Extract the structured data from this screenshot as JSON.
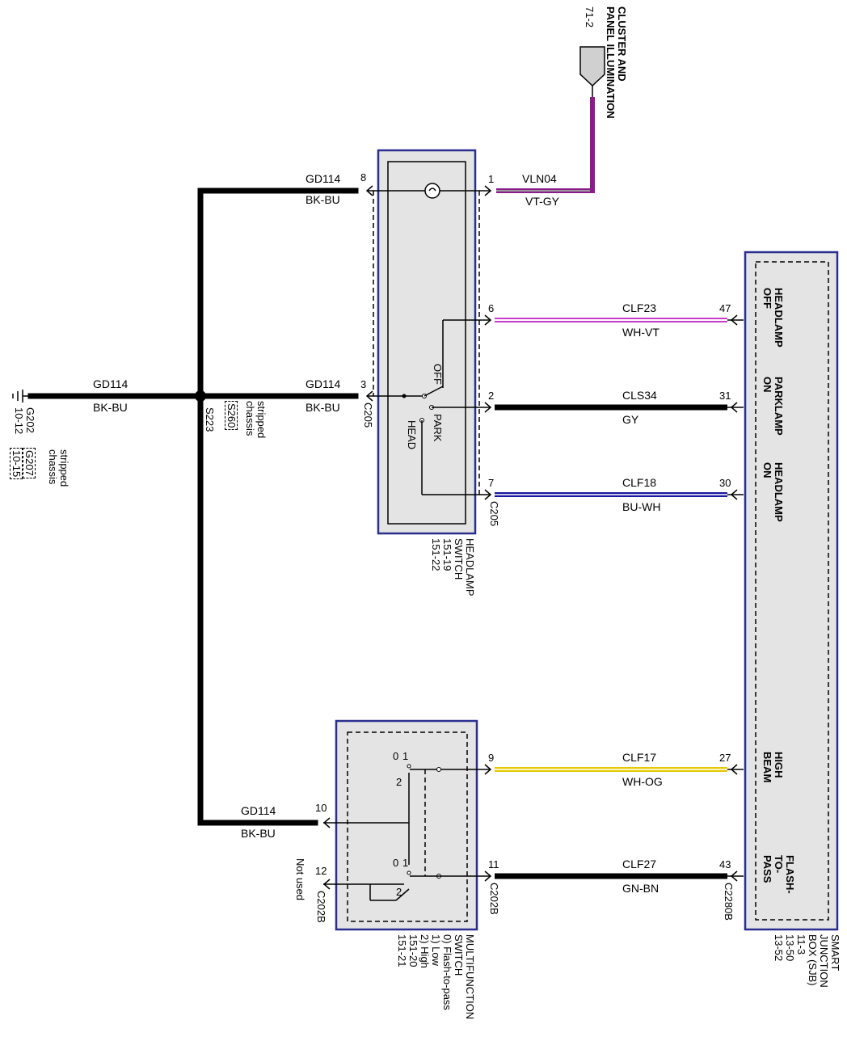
{
  "ground": {
    "id": "G202",
    "ref": "10-12",
    "alt_id": "G207",
    "alt_ref": "10-15",
    "alt_note": "stripped\nchassis",
    "wire": "GD114",
    "color": "BK-BU"
  },
  "splice": {
    "id": "S223",
    "alt_id": "S260",
    "alt_note": "stripped\nchassis"
  },
  "illumination": {
    "ref": "71-2",
    "label": "CLUSTER AND\nPANEL ILLUMINATION",
    "wire": "VLN04",
    "color": "VT-GY",
    "pin": "1"
  },
  "headlamp_switch": {
    "title": "HEADLAMP\nSWITCH\n151-19\n151-22",
    "connector": "C205",
    "pins": {
      "ground_in": "8",
      "ground_main": "3",
      "off": "6",
      "park": "2",
      "head": "7"
    },
    "positions": {
      "off": "OFF",
      "park": "PARK",
      "head": "HEAD"
    },
    "wire_in": "GD114",
    "color_in": "BK-BU"
  },
  "multifunction_switch": {
    "title": "MULTIFUNCTION\nSWITCH\n0) Flash-to-pass\n1) Low\n2) High\n151-20\n151-21",
    "connector": "C202B",
    "pins": {
      "ground": "10",
      "unused": "12",
      "high": "9",
      "flash": "11"
    },
    "not_used": "Not used",
    "wire": "GD114",
    "color": "BK-BU",
    "pos_0": "0",
    "pos_1": "1",
    "pos_2": "2"
  },
  "sjb": {
    "title": "SMART\nJUNCTION\nBOX (SJB)\n11-3\n13-50\n13-52",
    "connector": "C2280B",
    "inputs": [
      {
        "pin": "47",
        "label": "HEADLAMP\nOFF"
      },
      {
        "pin": "31",
        "label": "PARKLAMP\nON"
      },
      {
        "pin": "30",
        "label": "HEADLAMP\nON"
      },
      {
        "pin": "27",
        "label": "HIGH\nBEAM"
      },
      {
        "pin": "43",
        "label": "FLASH-\nTO-\nPASS"
      }
    ]
  },
  "wires": [
    {
      "circuit": "CLF23",
      "color": "WH-VT"
    },
    {
      "circuit": "CLS34",
      "color": "GY"
    },
    {
      "circuit": "CLF18",
      "color": "BU-WH"
    },
    {
      "circuit": "CLF17",
      "color": "WH-OG"
    },
    {
      "circuit": "CLF27",
      "color": "GN-BN"
    }
  ]
}
